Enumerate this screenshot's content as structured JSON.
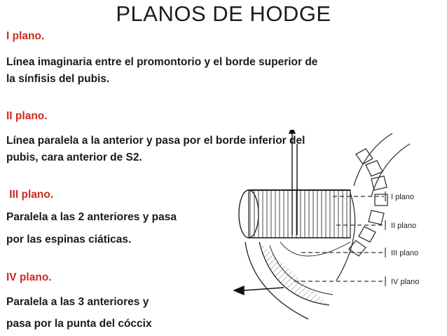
{
  "title": "PLANOS DE HODGE",
  "sections": [
    {
      "heading": "I plano.",
      "lines": [
        "Línea imaginaria entre el promontorio y el borde superior de",
        "la sínfisis del pubis."
      ]
    },
    {
      "heading": "II plano.",
      "lines": [
        "Línea paralela a la anterior y pasa por el borde inferior del",
        "pubis, cara anterior de S2."
      ]
    },
    {
      "heading": " III plano.",
      "lines": [
        "Paralela a las 2 anteriores y pasa",
        "por las espinas ciáticas."
      ]
    },
    {
      "heading": "IV plano.",
      "lines": [
        "Paralela a las 3 anteriores y",
        "pasa por la punta del cóccix"
      ]
    }
  ],
  "figure": {
    "labels": [
      "I plano",
      "II plano",
      "III plano",
      "IV plano"
    ]
  },
  "colors": {
    "heading": "#cc2a1e",
    "text": "#1a1a1a"
  }
}
